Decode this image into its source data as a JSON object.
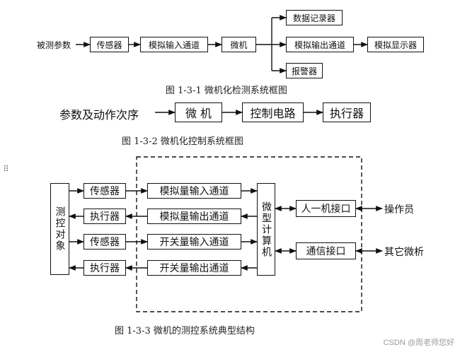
{
  "fig1": {
    "input": "被测参数",
    "sensor": "传感器",
    "analog_in": "模拟输入通道",
    "micro": "微机",
    "recorder": "数据记录器",
    "analog_out": "模拟输出通道",
    "analog_display": "模拟显示器",
    "alarm": "报警器",
    "caption": "图 1-3-1 微机化检测系统框图"
  },
  "fig2": {
    "input": "参数及动作次序",
    "micro": "微 机",
    "control_circuit": "控制电路",
    "actuator": "执行器",
    "caption": "图 1-3-2 微机化控制系统框图"
  },
  "fig3": {
    "object": "测控对象",
    "sensor_1": "传感器",
    "actuator_1": "执行器",
    "sensor_2": "传感器",
    "actuator_2": "执行器",
    "analog_in": "模拟量输入通道",
    "analog_out": "模拟量输出通道",
    "switch_in": "开关量输入通道",
    "switch_out": "开关量输出通道",
    "micro": "微型计算机",
    "hmi": "人一机接口",
    "comm": "通信接口",
    "operator": "操作员",
    "other_micro": "其它微析",
    "caption": "图 1-3-3 微机的测控系统典型结构"
  },
  "watermark": "CSDN @周老师您好",
  "handle_icon": "drag-handle-icon"
}
